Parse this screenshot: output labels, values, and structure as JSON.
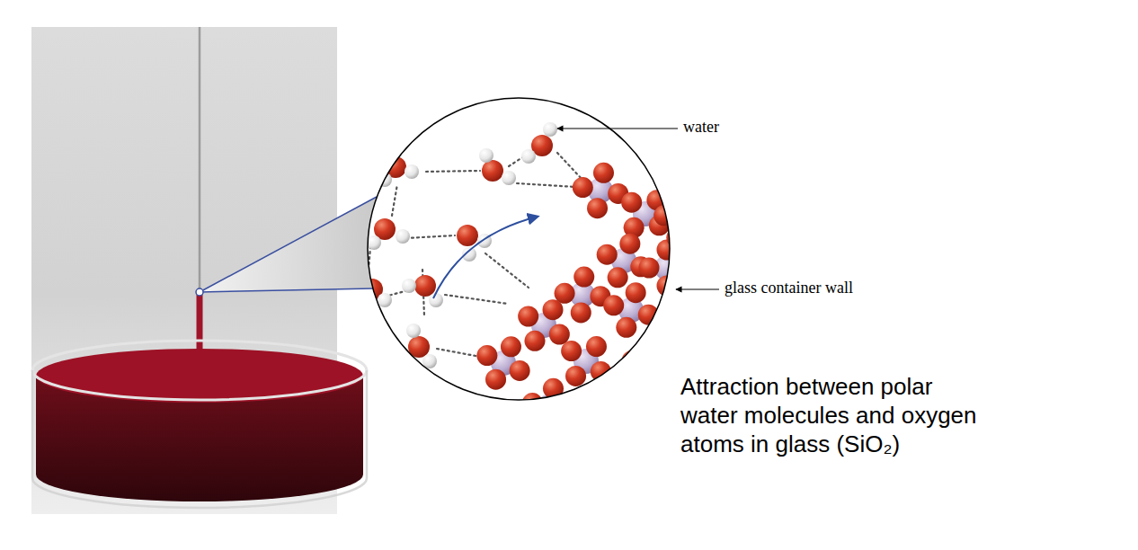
{
  "diagram": {
    "caption": "Attraction between polar water molecules and oxygen atoms in glass (SiO₂)",
    "labels": [
      "water",
      "glass container wall"
    ]
  }
}
